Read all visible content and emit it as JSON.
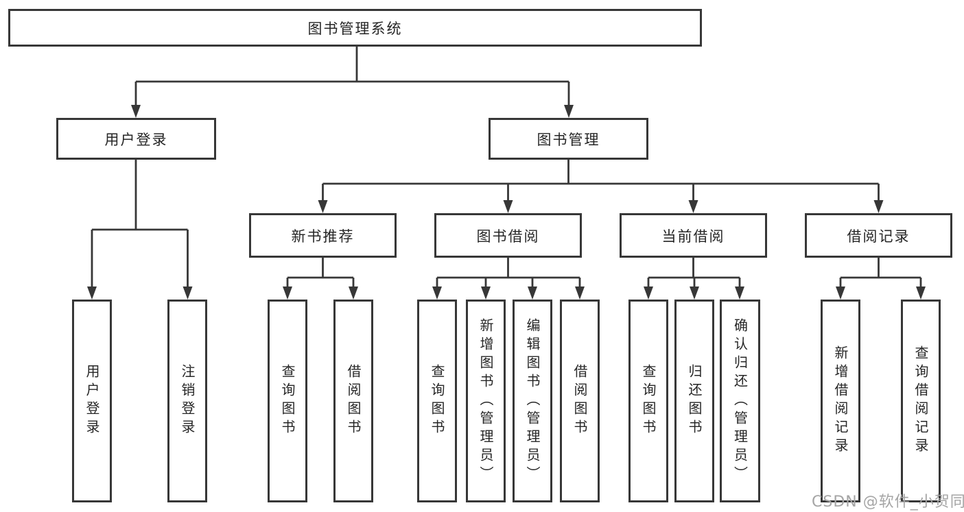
{
  "diagram": {
    "root": {
      "label": "图书管理系统"
    },
    "branches": [
      {
        "label": "用户登录",
        "children": [
          {
            "label": "用户登录"
          },
          {
            "label": "注销登录"
          }
        ]
      },
      {
        "label": "图书管理",
        "children": [
          {
            "label": "新书推荐",
            "children": [
              {
                "label": "查询图书"
              },
              {
                "label": "借阅图书"
              }
            ]
          },
          {
            "label": "图书借阅",
            "children": [
              {
                "label": "查询图书"
              },
              {
                "label": "新增图书（管理员）"
              },
              {
                "label": "编辑图书（管理员）"
              },
              {
                "label": "借阅图书"
              }
            ]
          },
          {
            "label": "当前借阅",
            "children": [
              {
                "label": "查询图书"
              },
              {
                "label": "归还图书"
              },
              {
                "label": "确认归还（管理员）"
              }
            ]
          },
          {
            "label": "借阅记录",
            "children": [
              {
                "label": "新增借阅记录"
              },
              {
                "label": "查询借阅记录"
              }
            ]
          }
        ]
      }
    ]
  },
  "watermark": {
    "text": "CSDN @软件_小贺同学"
  },
  "colors": {
    "line": "#373737",
    "box_border": "#373737",
    "box_background": "#ffffff",
    "text": "#262626",
    "watermark": "#a5a5a5",
    "page_background": "#ffffff"
  }
}
